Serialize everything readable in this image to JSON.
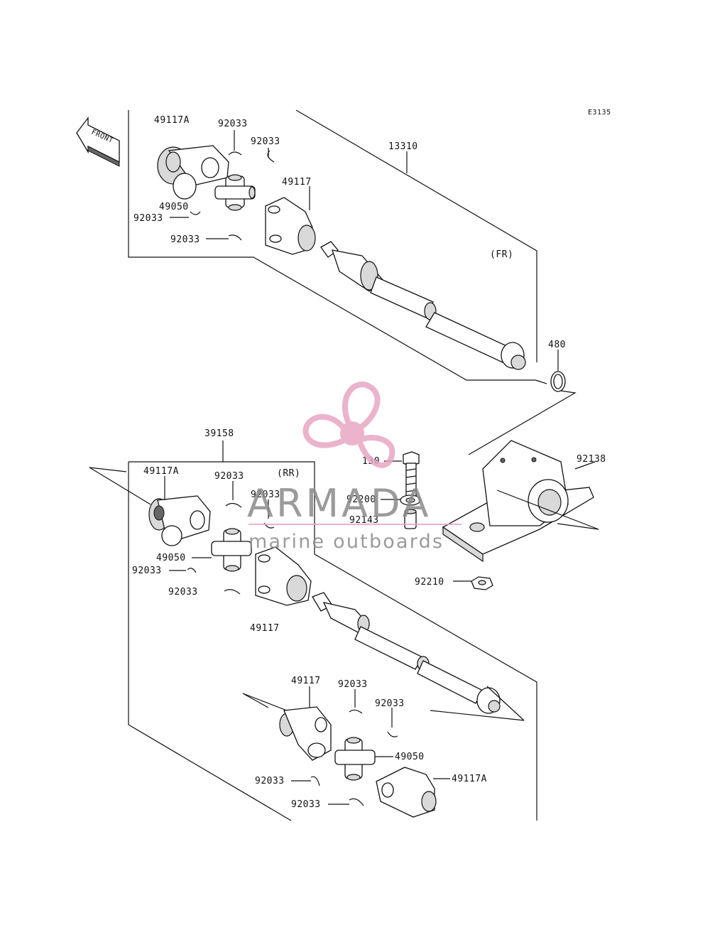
{
  "diagram_id": "E3135",
  "front_label": "FRONT",
  "labels": {
    "top_49117A": "49117A",
    "top_92033_a": "92033",
    "top_92033_b": "92033",
    "top_13310": "13310",
    "top_49117": "49117",
    "top_49050": "49050",
    "top_92033_c": "92033",
    "top_92033_d": "92033",
    "fr": "(FR)",
    "p480": "480",
    "p39158": "39158",
    "mid_49117A": "49117A",
    "mid_92033_a": "92033",
    "rr": "(RR)",
    "mid_92033_b": "92033",
    "p130": "130",
    "p92138": "92138",
    "p92200": "92200",
    "p92143": "92143",
    "mid_49050": "49050",
    "mid_92033_c": "92033",
    "mid_92033_d": "92033",
    "p92210": "92210",
    "mid_49117": "49117",
    "bot_49117": "49117",
    "bot_92033_a": "92033",
    "bot_92033_b": "92033",
    "bot_49050": "49050",
    "bot_92033_c": "92033",
    "bot_49117A": "49117A",
    "bot_92033_d": "92033"
  },
  "watermark": {
    "brand": "ARMADA",
    "tagline": "marine outboards",
    "logo_color": "#e8a6c4",
    "logo_dark": "#d98cb2"
  }
}
